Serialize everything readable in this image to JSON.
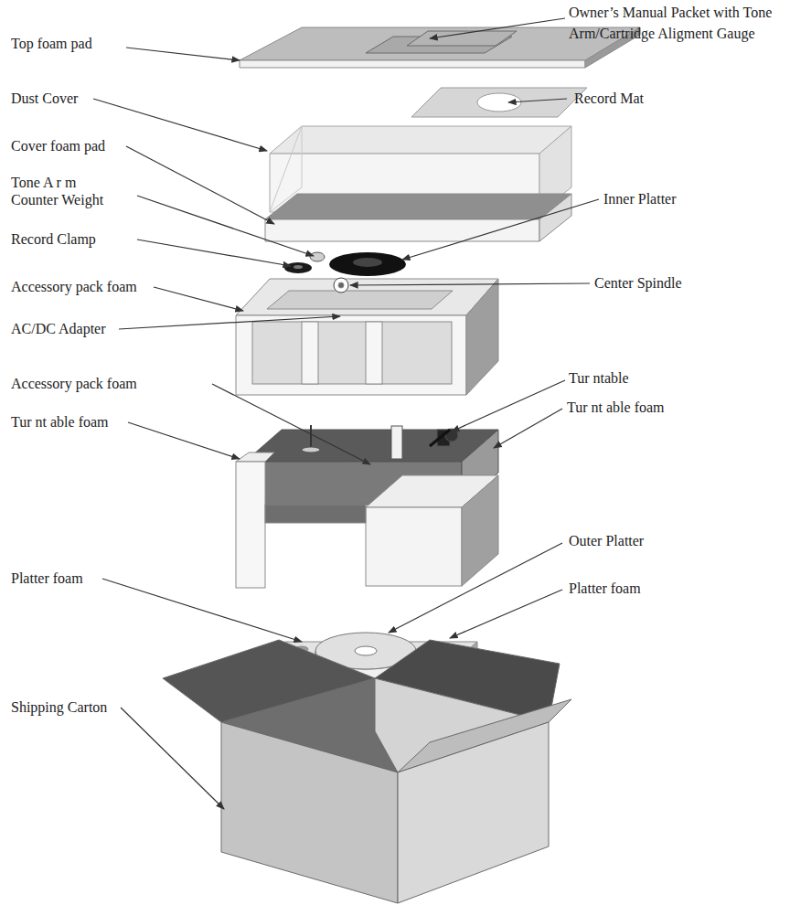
{
  "diagram": {
    "labels": [
      "Top foam pad",
      "Owner’s Manual Packet with Tone Arm/Cartridge Aligment Gauge",
      "Dust Cover",
      "Record Mat",
      "Cover foam pad",
      "Tone A r m Counter Weight",
      "Record Clamp",
      "Inner Platter",
      "Center Spindle",
      "Accessory pack foam",
      "AC/DC Adapter",
      "Tur ntable",
      "Accessory pack foam",
      "Tur nt able foam",
      "Tur nt able foam",
      "Outer Platter",
      "Platter foam",
      "Platter foam",
      "Shipping Carton"
    ]
  }
}
